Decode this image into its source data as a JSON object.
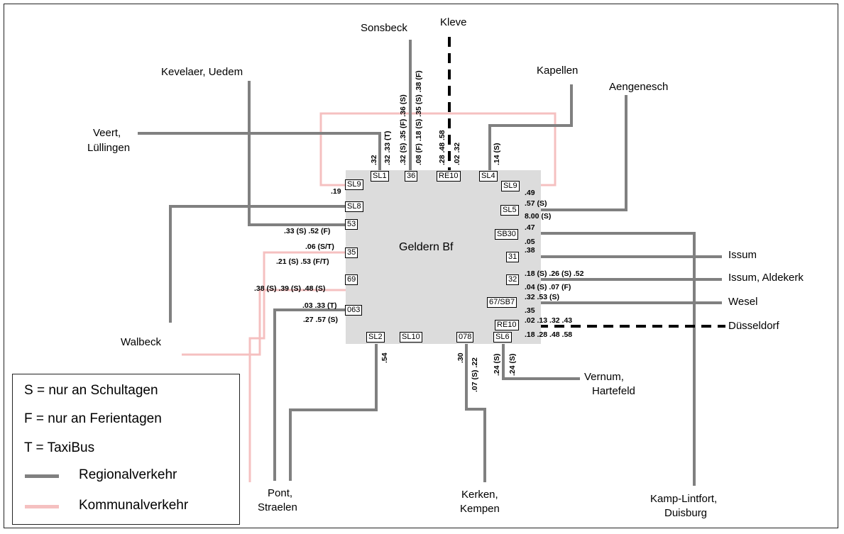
{
  "colors": {
    "regional": "#808080",
    "kommunal": "#f5c0c0",
    "rail": "#000000",
    "hub": "#dcdcdc"
  },
  "station": "Geldern Bf",
  "destinations": {
    "sonsbeck": "Sonsbeck",
    "kleve": "Kleve",
    "kevelaer": "Kevelaer, Uedem",
    "kapellen": "Kapellen",
    "aengenesch": "Aengenesch",
    "veert": "Veert,",
    "veert2": "Lüllingen",
    "walbeck": "Walbeck",
    "issum": "Issum",
    "issum_aldekerk": "Issum, Aldekerk",
    "wesel": "Wesel",
    "duesseldorf": "Düsseldorf",
    "vernum": "Vernum,",
    "vernum2": "Hartefeld",
    "pont": "Pont,",
    "pont2": "Straelen",
    "kerken": "Kerken,",
    "kerken2": "Kempen",
    "kamp": "Kamp-Lintfort,",
    "kamp2": "Duisburg"
  },
  "stops": {
    "sl9_left": "SL9",
    "sl1": "SL1",
    "b36": "36",
    "re10_top": "RE10",
    "sl4": "SL4",
    "sl9_right": "SL9",
    "sl8": "SL8",
    "b53": "53",
    "b35": "35",
    "b69": "69",
    "b063": "063",
    "sl5": "SL5",
    "sb30": "SB30",
    "b31": "31",
    "b32": "32",
    "b67": "67/SB7",
    "re10_right": "RE10",
    "sl2": "SL2",
    "sl10": "SL10",
    "b078": "078",
    "sl6": "SL6"
  },
  "times": {
    "sl9_left": ".19",
    "sl1_a": ".32",
    "sl1_b": ".32 .33 (T)",
    "b36_a": ".32 (S) .35 (F) .36 (S)",
    "b36_b": ".08 (F) .18 (S) .35 (S) .38 (F)",
    "re10_a": ".28 .48 .58",
    "re10_b": ".02 .32",
    "sl4": ".14 (S)",
    "sl9_right": ".49",
    "sl5_a": ".57 (S)",
    "sl5_b": "8.00 (S)",
    "b53": ".33 (S) .52 (F)",
    "b35_a": ".06 (S/T)",
    "b35_b": ".21 (S) .53 (F/T)",
    "b69": ".38 (S) .39 (S) .48 (S)",
    "b063_a": ".03 .33 (T)",
    "b063_b": ".27 .57 (S)",
    "sb30_a": ".47",
    "sb30_b": ".05",
    "b31": ".38",
    "b32_a": ".18 (S) .26 (S) .52",
    "b32_b": ".04 (S) .07 (F)",
    "b67_a": ".32 .53 (S)",
    "b67_b": ".35",
    "re10r_a": ".02 .13 .32 .43",
    "re10r_b": ".18 .28 .48 .58",
    "sl2": ".54",
    "b078_a": ".30",
    "b078_b": ".07 (S) .22",
    "sl6_a": ".24 (S)",
    "sl6_b": ".24 (S)"
  },
  "legend": {
    "s": "S = nur an Schultagen",
    "f": "F = nur an Ferientagen",
    "t": "T = TaxiBus",
    "regional": "Regionalverkehr",
    "kommunal": "Kommunalverkehr"
  }
}
